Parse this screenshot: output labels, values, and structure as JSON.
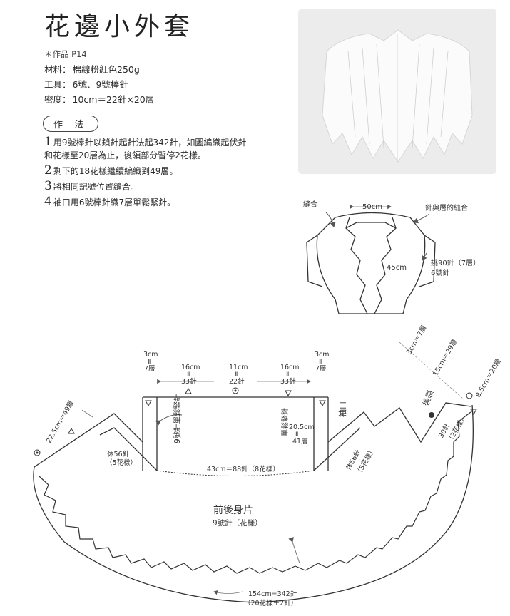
{
  "title": "花邊小外套",
  "meta": {
    "work": "＊作品 P14",
    "material_label": "材料：",
    "material_value": "棉線粉紅色250g",
    "tools_label": "工具：",
    "tools_value": "6號、9號棒針",
    "gauge_label": "密度：",
    "gauge_value": "10cm＝22針×20層"
  },
  "method_label": "作 法",
  "steps": [
    {
      "num": "1",
      "text": "用9號棒針以鎖針起針法起342針，如圖編織起伏針和花樣至20層為止，後領部分暫停2花樣。"
    },
    {
      "num": "2",
      "text": "剩下的18花樣繼續編織到49層。"
    },
    {
      "num": "3",
      "text": "將相同記號位置縫合。"
    },
    {
      "num": "4",
      "text": "袖口用6號棒針織7層單鬆緊針。"
    }
  ],
  "small_diagram": {
    "seam_left": "縫合",
    "width": "50cm",
    "seam_right": "針與層的縫合",
    "height": "45cm",
    "cuff_line1": "挑90針（7層）",
    "cuff_line2": "6號針"
  },
  "large_diagram": {
    "top_left_cm": "3cm",
    "top_left_eq": "Ⅱ",
    "top_left_rows": "7層",
    "seg1_cm": "16cm",
    "seg1_eq": "Ⅱ",
    "seg1_st": "33針",
    "seg2_cm": "11cm",
    "seg2_eq": "Ⅱ",
    "seg2_st": "22針",
    "seg3_cm": "16cm",
    "seg3_eq": "Ⅱ",
    "seg3_st": "33針",
    "top_right_cm": "3cm",
    "top_right_eq": "Ⅱ",
    "top_right_rows": "7層",
    "rt1": "3cm＝7層",
    "rt2": "15cm＝29層",
    "rt3": "8.5cm＝20層",
    "back_neck": "後領",
    "cuff": "袖口",
    "left_dim": "22.5cm＝49層",
    "single_rib_left": "9號針單鬆緊針",
    "single_rib_right": "單鬆緊針",
    "mid_cm": "20.5cm",
    "mid_eq": "Ⅱ",
    "mid_rows": "41層",
    "rest_left_1": "休56針",
    "rest_left_2": "（5花樣）",
    "rest_right_1": "休56針",
    "rest_right_2": "（5花樣）",
    "right_30_1": "30針",
    "right_30_2": "（2花樣）",
    "bottom_width": "43cm＝88針（8花樣）",
    "body_title": "前後身片",
    "body_sub": "9號針（花樣）",
    "hem_1": "154cm=342針",
    "hem_2": "（20花樣＋2針）"
  }
}
